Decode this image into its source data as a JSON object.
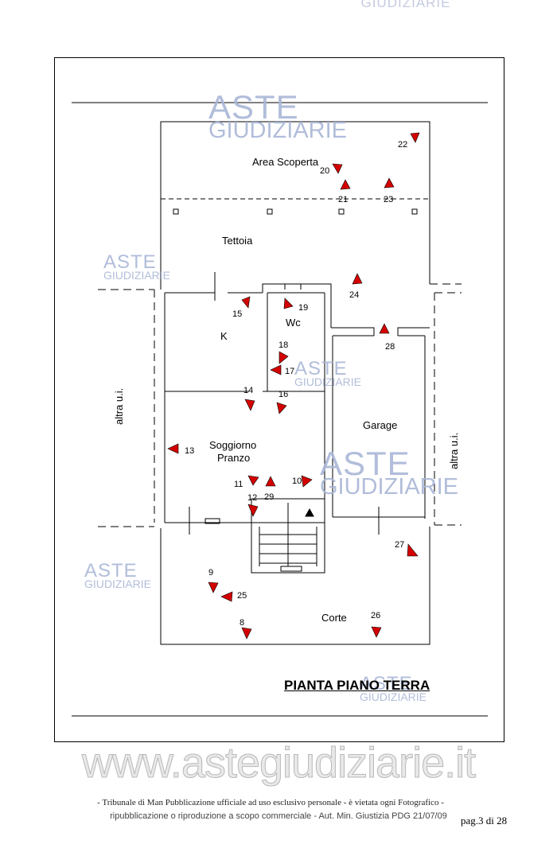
{
  "watermark": {
    "aste": "ASTE",
    "giudiziarie": "GIUDIZIARIE"
  },
  "rooms": {
    "area_scoperta": "Area Scoperta",
    "tettoia": "Tettoia",
    "k": "K",
    "wc": "Wc",
    "soggiorno": "Soggiorno",
    "pranzo": "Pranzo",
    "garage": "Garage",
    "corte": "Corte",
    "altra_left": "altra u.i.",
    "altra_right": "altra u.i."
  },
  "photo_points": [
    "8",
    "9",
    "10",
    "11",
    "12",
    "13",
    "14",
    "15",
    "16",
    "17",
    "18",
    "19",
    "20",
    "21",
    "22",
    "23",
    "24",
    "25",
    "26",
    "27",
    "28",
    "29"
  ],
  "plan_title": "PIANTA PIANO TERRA",
  "website": "www.astegiudiziarie.it",
  "footer": {
    "line1": "- Tribunale di Man Pubblicazione ufficiale ad uso esclusivo personale - è vietata ogni Fotografico -",
    "line2": "ripubblicazione o riproduzione a scopo commerciale - Aut. Min. Giustizia PDG 21/07/09",
    "page": "pag.3 di 28"
  }
}
